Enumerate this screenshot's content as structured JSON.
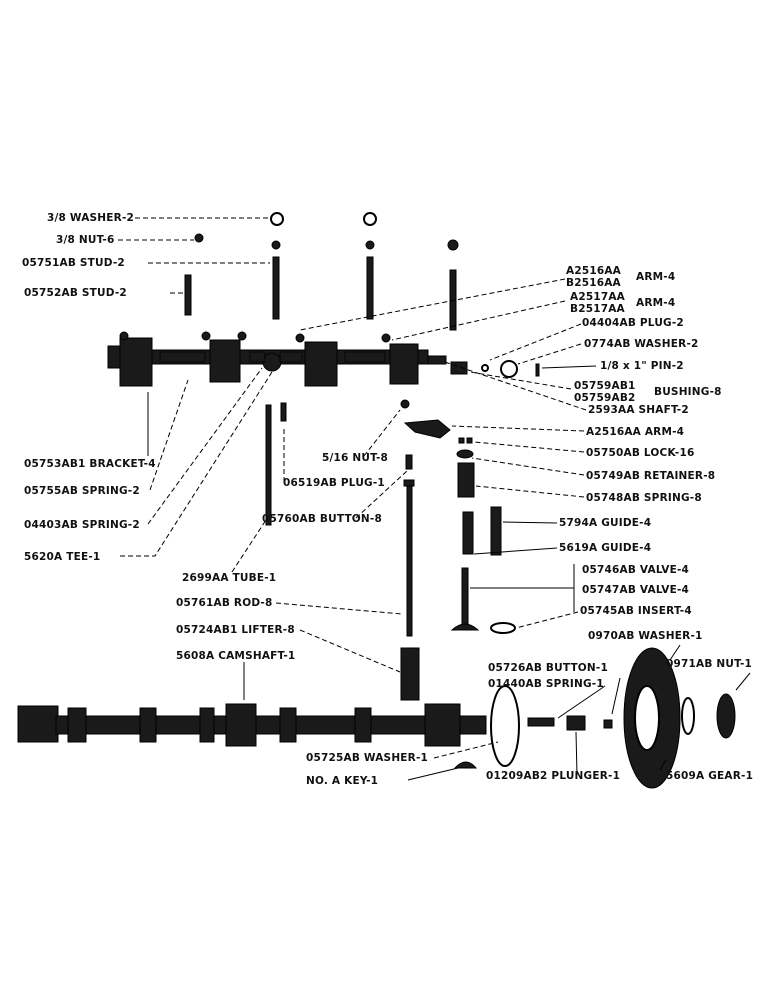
{
  "labels": {
    "washer_38": "3/8 WASHER-2",
    "nut_38": "3/8 NUT-6",
    "stud_05751": "05751AB STUD-2",
    "stud_05752": "05752AB STUD-2",
    "arm_a2516": "A2516AA",
    "arm_b2516": "B2516AA",
    "arm_group1": "ARM-4",
    "arm_a2517": "A2517AA",
    "arm_b2517": "B2517AA",
    "arm_group2": "ARM-4",
    "plug_04404": "04404AB PLUG-2",
    "washer_0774": "0774AB WASHER-2",
    "pin": "1/8 x 1\" PIN-2",
    "bushing_1": "05759AB1",
    "bushing_2": "05759AB2",
    "bushing_group": "BUSHING-8",
    "shaft": "2593AA SHAFT-2",
    "nut_516": "5/16 NUT-8",
    "arm_single": "A2516AA ARM-4",
    "lock": "05750AB LOCK-16",
    "retainer": "05749AB RETAINER-8",
    "spring_05748": "05748AB SPRING-8",
    "guide_5794": "5794A GUIDE-4",
    "guide_5619": "5619A GUIDE-4",
    "valve_05746": "05746AB VALVE-4",
    "valve_05747": "05747AB VALVE-4",
    "insert": "05745AB INSERT-4",
    "bracket": "05753AB1 BRACKET-4",
    "spring_05755": "05755AB SPRING-2",
    "spring_04403": "04403AB SPRING-2",
    "tee": "5620A TEE-1",
    "plug_06519": "06519AB PLUG-1",
    "button_05760": "05760AB BUTTON-8",
    "tube": "2699AA TUBE-1",
    "rod": "05761AB ROD-8",
    "lifter": "05724AB1 LIFTER-8",
    "camshaft": "5608A CAMSHAFT-1",
    "washer_0970": "0970AB WASHER-1",
    "nut_0971": "0971AB NUT-1",
    "button_05726": "05726AB BUTTON-1",
    "spring_01440": "01440AB SPRING-1",
    "washer_05725": "05725AB WASHER-1",
    "key": "NO. A KEY-1",
    "plunger": "01209AB2 PLUNGER-1",
    "gear": "5609A GEAR-1"
  }
}
